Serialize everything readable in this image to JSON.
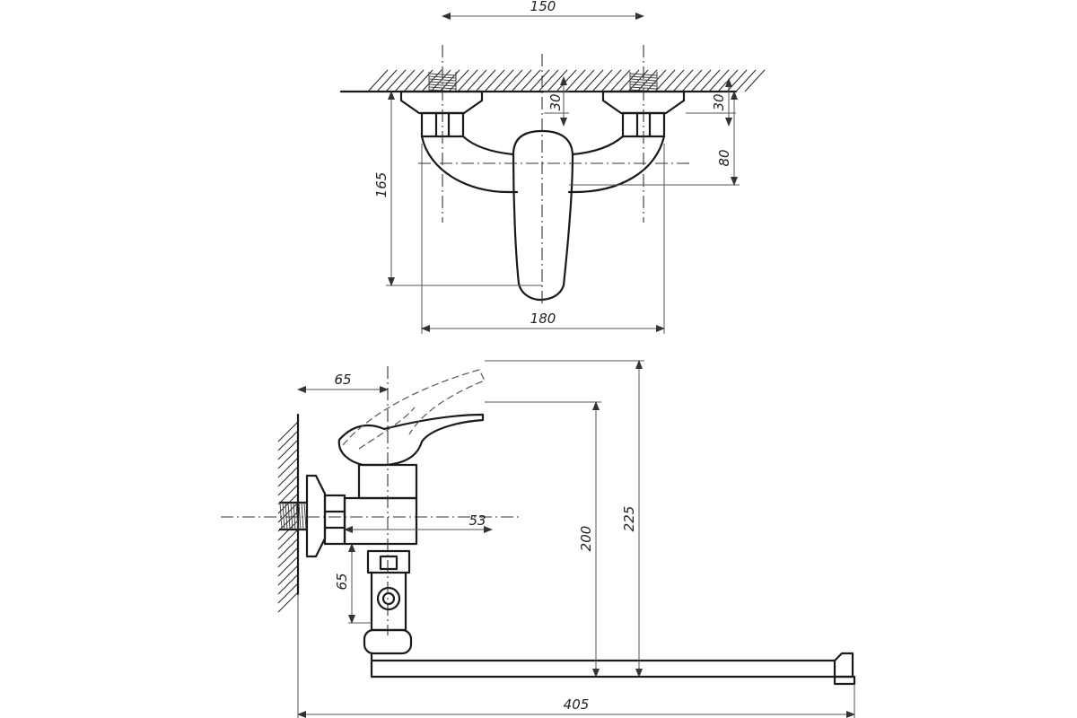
{
  "top_view": {
    "dim_width_top": "150",
    "dim_depth_left": "30",
    "dim_depth_right": "30",
    "dim_height_left": "165",
    "dim_height_right": "80",
    "dim_width_bottom": "180"
  },
  "side_view": {
    "dim_offset_top": "65",
    "dim_body": "53",
    "dim_lower": "65",
    "dim_spout_height": "200",
    "dim_total_height": "225",
    "dim_total_length": "405"
  }
}
